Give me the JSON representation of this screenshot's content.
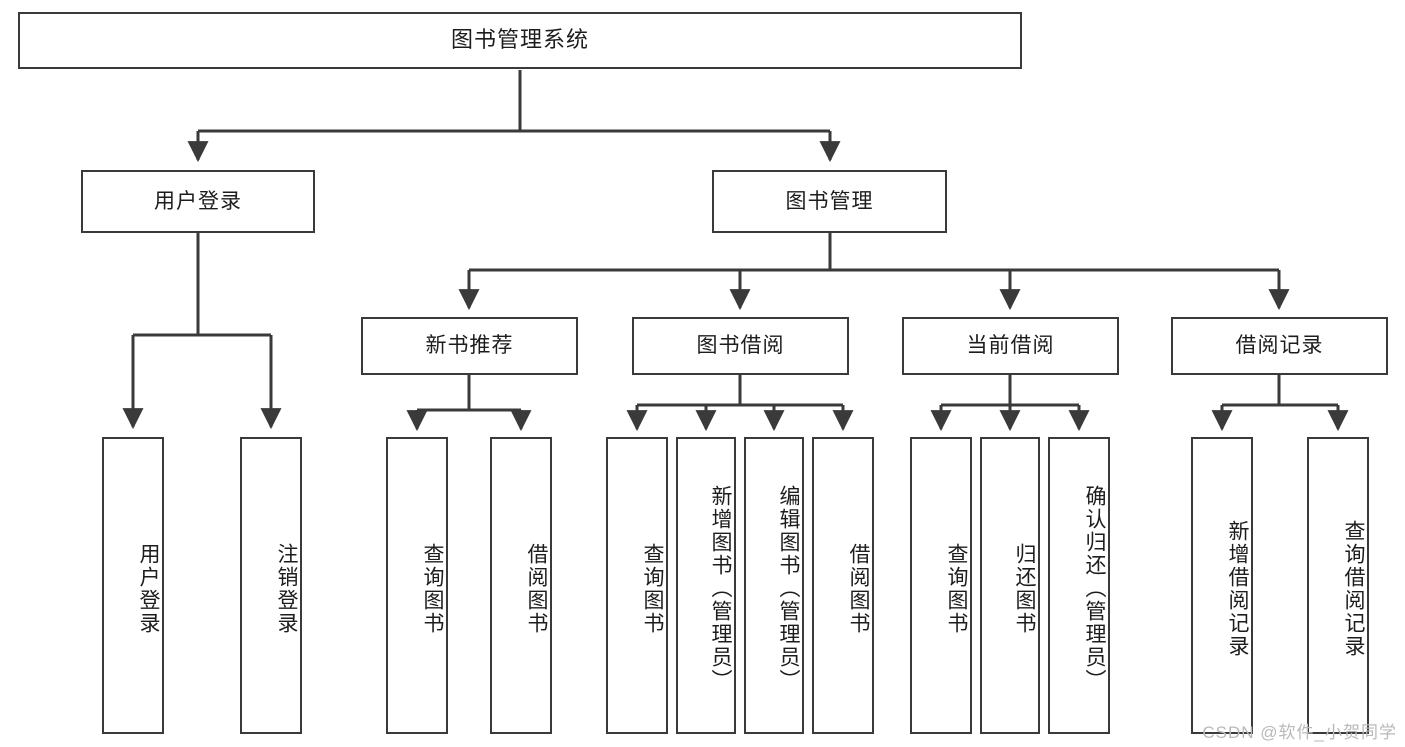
{
  "diagram": {
    "title": "图书管理系统",
    "watermark": "CSDN @软件_小贺同学",
    "colors": {
      "stroke": "#3a3a3a",
      "fill": "#ffffff",
      "text": "#1d1d1d",
      "watermark": "#b9b9b9"
    },
    "root": {
      "label": "图书管理系统"
    },
    "level2": [
      {
        "id": "user-login",
        "label": "用户登录"
      },
      {
        "id": "book-manage",
        "label": "图书管理"
      }
    ],
    "level3": [
      {
        "id": "new-book-recommend",
        "label": "新书推荐"
      },
      {
        "id": "book-borrow",
        "label": "图书借阅"
      },
      {
        "id": "current-borrow",
        "label": "当前借阅"
      },
      {
        "id": "borrow-record",
        "label": "借阅记录"
      }
    ],
    "leaves": {
      "user_login": [
        {
          "id": "leaf-user-login",
          "label": "用户登录"
        },
        {
          "id": "leaf-logout",
          "label": "注销登录"
        }
      ],
      "new_book_recommend": [
        {
          "id": "leaf-query-book-1",
          "label": "查询图书"
        },
        {
          "id": "leaf-borrow-book-1",
          "label": "借阅图书"
        }
      ],
      "book_borrow": [
        {
          "id": "leaf-query-book-2",
          "label": "查询图书"
        },
        {
          "id": "leaf-add-book",
          "label": "新增图书（管理员）"
        },
        {
          "id": "leaf-edit-book",
          "label": "编辑图书（管理员）"
        },
        {
          "id": "leaf-borrow-book-2",
          "label": "借阅图书"
        }
      ],
      "current_borrow": [
        {
          "id": "leaf-query-book-3",
          "label": "查询图书"
        },
        {
          "id": "leaf-return-book",
          "label": "归还图书"
        },
        {
          "id": "leaf-confirm-return",
          "label": "确认归还（管理员）"
        }
      ],
      "borrow_record": [
        {
          "id": "leaf-add-record",
          "label": "新增借阅记录"
        },
        {
          "id": "leaf-query-record",
          "label": "查询借阅记录"
        }
      ]
    }
  }
}
